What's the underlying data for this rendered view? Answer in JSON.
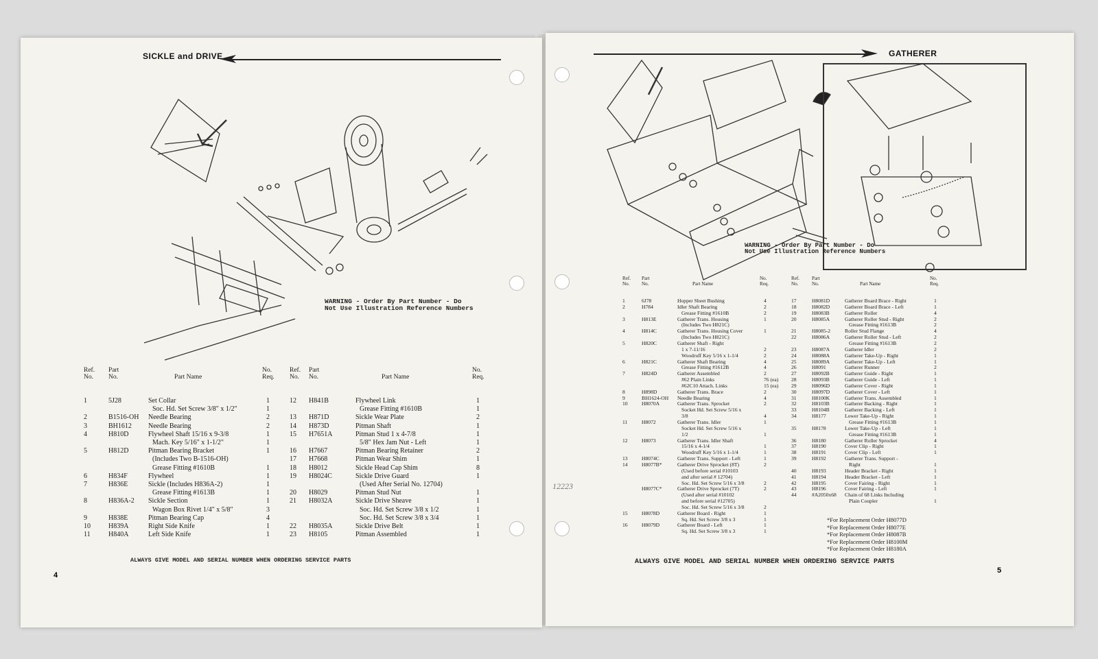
{
  "left_page": {
    "title": "SICKLE and DRIVE",
    "warning": [
      "WARNING - Order By Part Number - Do",
      "Not Use Illustration Reference Numbers"
    ],
    "headers": {
      "ref": [
        "Ref.",
        "No."
      ],
      "part": [
        "Part",
        "No."
      ],
      "name": "Part Name",
      "req": [
        "No.",
        "Req."
      ]
    },
    "col1": [
      {
        "ref": "1",
        "part": "5J28",
        "name": "Set Collar",
        "req": "1"
      },
      {
        "ref": "",
        "part": "",
        "name": "Soc. Hd. Set Screw 3/8\" x 1/2\"",
        "req": "1"
      },
      {
        "ref": "2",
        "part": "B1516-OH",
        "name": "Needle Bearing",
        "req": "2"
      },
      {
        "ref": "3",
        "part": "BH1612",
        "name": "Needle Bearing",
        "req": "2"
      },
      {
        "ref": "4",
        "part": "H810D",
        "name": "Flywheel Shaft 15/16 x 9-3/8",
        "req": "1"
      },
      {
        "ref": "",
        "part": "",
        "name": "Mach. Key 5/16\" x 1-1/2\"",
        "req": "1"
      },
      {
        "ref": "5",
        "part": "H812D",
        "name": "Pitman Bearing Bracket",
        "req": "1"
      },
      {
        "ref": "",
        "part": "",
        "name": "(Includes Two B-1516-OH)",
        "req": ""
      },
      {
        "ref": "",
        "part": "",
        "name": "Grease Fitting #1610B",
        "req": "1"
      },
      {
        "ref": "6",
        "part": "H834F",
        "name": "Flywheel",
        "req": "1"
      },
      {
        "ref": "7",
        "part": "H836E",
        "name": "Sickle (Includes H836A-2)",
        "req": "1"
      },
      {
        "ref": "",
        "part": "",
        "name": "Grease Fitting #1613B",
        "req": "1"
      },
      {
        "ref": "8",
        "part": "H836A-2",
        "name": "Sickle Section",
        "req": "1"
      },
      {
        "ref": "",
        "part": "",
        "name": "Wagon Box Rivet 1/4\" x 5/8\"",
        "req": "3"
      },
      {
        "ref": "9",
        "part": "H838E",
        "name": "Pitman Bearing Cap",
        "req": "4"
      },
      {
        "ref": "10",
        "part": "H839A",
        "name": "Right Side Knife",
        "req": "1"
      },
      {
        "ref": "11",
        "part": "H840A",
        "name": "Left Side Knife",
        "req": "1"
      }
    ],
    "col2": [
      {
        "ref": "12",
        "part": "H841B",
        "name": "Flywheel Link",
        "req": "1"
      },
      {
        "ref": "",
        "part": "",
        "name": "Grease Fitting #1610B",
        "req": "1"
      },
      {
        "ref": "13",
        "part": "H871D",
        "name": "Sickle Wear Plate",
        "req": "2"
      },
      {
        "ref": "14",
        "part": "H873D",
        "name": "Pitman Shaft",
        "req": "1"
      },
      {
        "ref": "15",
        "part": "H7651A",
        "name": "Pitman Stud 1 x 4-7/8",
        "req": "1"
      },
      {
        "ref": "",
        "part": "",
        "name": "5/8\" Hex Jam Nut - Left",
        "req": "1"
      },
      {
        "ref": "16",
        "part": "H7667",
        "name": "Pitman Bearing Retainer",
        "req": "2"
      },
      {
        "ref": "17",
        "part": "H7668",
        "name": "Pitman Wear Shim",
        "req": "1"
      },
      {
        "ref": "18",
        "part": "H8012",
        "name": "Sickle Head Cap Shim",
        "req": "8"
      },
      {
        "ref": "19",
        "part": "H8024C",
        "name": "Sickle Drive Guard",
        "req": "1"
      },
      {
        "ref": "",
        "part": "",
        "name": "(Used After Serial No. 12704)",
        "req": ""
      },
      {
        "ref": "20",
        "part": "H8029",
        "name": "Pitman Stud Nut",
        "req": "1"
      },
      {
        "ref": "21",
        "part": "H8032A",
        "name": "Sickle Drive Sheave",
        "req": "1"
      },
      {
        "ref": "",
        "part": "",
        "name": "Soc. Hd. Set Screw 3/8 x 1/2",
        "req": "1"
      },
      {
        "ref": "",
        "part": "",
        "name": "Soc. Hd. Set Screw 3/8 x 3/4",
        "req": "1"
      },
      {
        "ref": "22",
        "part": "H8035A",
        "name": "Sickle Drive Belt",
        "req": "1"
      },
      {
        "ref": "23",
        "part": "H8105",
        "name": "Pitman Assembled",
        "req": "1"
      }
    ],
    "footer": "ALWAYS GIVE MODEL AND SERIAL NUMBER WHEN ORDERING SERVICE PARTS",
    "page_number": "4"
  },
  "right_page": {
    "title": "GATHERER",
    "warning": [
      "WARNING - Order By Part Number - Do",
      "Not Use Illustration Reference Numbers"
    ],
    "headers": {
      "ref": [
        "Ref.",
        "No."
      ],
      "part": [
        "Part",
        "No."
      ],
      "name": "Part Name",
      "req": [
        "No.",
        "Req."
      ]
    },
    "col1": [
      {
        "ref": "1",
        "part": "6J78",
        "name": "Hopper Sheet Bushing",
        "req": "4"
      },
      {
        "ref": "2",
        "part": "H784",
        "name": "Idler Shaft Bearing",
        "req": "2"
      },
      {
        "ref": "",
        "part": "",
        "name": "Grease Fitting #1610B",
        "req": "2"
      },
      {
        "ref": "3",
        "part": "H813E",
        "name": "Gatherer Trans. Housing",
        "req": "1"
      },
      {
        "ref": "",
        "part": "",
        "name": "(Includes Two H821C)",
        "req": ""
      },
      {
        "ref": "4",
        "part": "H814C",
        "name": "Gatherer Trans. Housing Cover",
        "req": "1"
      },
      {
        "ref": "",
        "part": "",
        "name": "(Includes Two H821C)",
        "req": ""
      },
      {
        "ref": "5",
        "part": "H820C",
        "name": "Gatherer Shaft - Right",
        "req": ""
      },
      {
        "ref": "",
        "part": "",
        "name": "1 x 7-11/16",
        "req": "2"
      },
      {
        "ref": "",
        "part": "",
        "name": "Woodruff Key 5/16 x 1-1/4",
        "req": "2"
      },
      {
        "ref": "6",
        "part": "H821C",
        "name": "Gatherer Shaft Bearing",
        "req": "4"
      },
      {
        "ref": "",
        "part": "",
        "name": "Grease Fitting #1612B",
        "req": "4"
      },
      {
        "ref": "7",
        "part": "H824D",
        "name": "Gatherer Assembled",
        "req": "2"
      },
      {
        "ref": "",
        "part": "",
        "name": "#62 Plain Links",
        "req": "76 (ea)"
      },
      {
        "ref": "",
        "part": "",
        "name": "#62C10 Attach. Links",
        "req": "15 (ea)"
      },
      {
        "ref": "8",
        "part": "H898D",
        "name": "Gatherer Trans. Brace",
        "req": "2"
      },
      {
        "ref": "9",
        "part": "BH1624-OH",
        "name": "Needle Bearing",
        "req": "4"
      },
      {
        "ref": "10",
        "part": "H8070A",
        "name": "Gatherer Trans. Sprocket",
        "req": "2"
      },
      {
        "ref": "",
        "part": "",
        "name": "Socket Hd. Set Screw 5/16 x",
        "req": ""
      },
      {
        "ref": "",
        "part": "",
        "name": "3/8",
        "req": "4"
      },
      {
        "ref": "11",
        "part": "H8072",
        "name": "Gatherer Trans. Idler",
        "req": "1"
      },
      {
        "ref": "",
        "part": "",
        "name": "Socket Hd. Set Screw 5/16 x",
        "req": ""
      },
      {
        "ref": "",
        "part": "",
        "name": "1/2",
        "req": "1"
      },
      {
        "ref": "12",
        "part": "H8073",
        "name": "Gatherer Trans. Idler Shaft",
        "req": ""
      },
      {
        "ref": "",
        "part": "",
        "name": "15/16 x 4-1/4",
        "req": "1"
      },
      {
        "ref": "",
        "part": "",
        "name": "Woodruff Key 5/16 x 1-1/4",
        "req": "1"
      },
      {
        "ref": "13",
        "part": "H8074C",
        "name": "Gatherer Trans. Support - Left",
        "req": "1"
      },
      {
        "ref": "14",
        "part": "H8077B*",
        "name": "Gatherer Drive Sprocket (8T)",
        "req": "2"
      },
      {
        "ref": "",
        "part": "",
        "name": "(Used before serial #10103",
        "req": ""
      },
      {
        "ref": "",
        "part": "",
        "name": "and after serial # 12704)",
        "req": ""
      },
      {
        "ref": "",
        "part": "",
        "name": "Soc. Hd. Set Screw 5/16 x 3/8",
        "req": "2"
      },
      {
        "ref": "",
        "part": "H8077C*",
        "name": "Gatherer Drive Sprocket (7T)",
        "req": "2"
      },
      {
        "ref": "",
        "part": "",
        "name": "(Used after serial #10102",
        "req": ""
      },
      {
        "ref": "",
        "part": "",
        "name": "and before serial #12705)",
        "req": ""
      },
      {
        "ref": "",
        "part": "",
        "name": "Soc. Hd. Set Screw 5/16 x 3/8",
        "req": "2"
      },
      {
        "ref": "15",
        "part": "H8078D",
        "name": "Gatherer Board - Right",
        "req": "1"
      },
      {
        "ref": "",
        "part": "",
        "name": "Sq. Hd. Set Screw 3/8 x 3",
        "req": "1"
      },
      {
        "ref": "16",
        "part": "H8079D",
        "name": "Gatherer Board - Left",
        "req": "1"
      },
      {
        "ref": "",
        "part": "",
        "name": "Sq. Hd. Set Screw 3/8 x 3",
        "req": "1"
      }
    ],
    "col2": [
      {
        "ref": "17",
        "part": "H8081D",
        "name": "Gatherer Board Brace - Right",
        "req": "1"
      },
      {
        "ref": "18",
        "part": "H8082D",
        "name": "Gatherer Board Brace - Left",
        "req": "1"
      },
      {
        "ref": "19",
        "part": "H8083B",
        "name": "Gatherer Roller",
        "req": "4"
      },
      {
        "ref": "20",
        "part": "H8085A",
        "name": "Gatherer Roller Stud - Right",
        "req": "2"
      },
      {
        "ref": "",
        "part": "",
        "name": "Grease Fitting #1613B",
        "req": "2"
      },
      {
        "ref": "21",
        "part": "H8085-2",
        "name": "Roller Stud Flange",
        "req": "4"
      },
      {
        "ref": "22",
        "part": "H8086A",
        "name": "Gatherer Roller Stud - Left",
        "req": "2"
      },
      {
        "ref": "",
        "part": "",
        "name": "Grease Fitting #1613B",
        "req": "2"
      },
      {
        "ref": "23",
        "part": "H8087A",
        "name": "Gatherer Idler",
        "req": "2"
      },
      {
        "ref": "24",
        "part": "H8088A",
        "name": "Gatherer Take-Up - Right",
        "req": "1"
      },
      {
        "ref": "25",
        "part": "H8089A",
        "name": "Gatherer Take-Up - Left",
        "req": "1"
      },
      {
        "ref": "26",
        "part": "H8091",
        "name": "Gatherer Runner",
        "req": "2"
      },
      {
        "ref": "27",
        "part": "H8092B",
        "name": "Gatherer Guide - Right",
        "req": "1"
      },
      {
        "ref": "28",
        "part": "H8093B",
        "name": "Gatherer Guide - Left",
        "req": "1"
      },
      {
        "ref": "29",
        "part": "H8096D",
        "name": "Gatherer Cover - Right",
        "req": "1"
      },
      {
        "ref": "30",
        "part": "H8097D",
        "name": "Gatherer Cover - Left",
        "req": "1"
      },
      {
        "ref": "31",
        "part": "H8100K",
        "name": "Gatherer Trans. Assembled",
        "req": "1"
      },
      {
        "ref": "32",
        "part": "H8103B",
        "name": "Gatherer Backing - Right",
        "req": "1"
      },
      {
        "ref": "33",
        "part": "H8104B",
        "name": "Gatherer Backing - Left",
        "req": "1"
      },
      {
        "ref": "34",
        "part": "H8177",
        "name": "Lower Take-Up - Right",
        "req": "1"
      },
      {
        "ref": "",
        "part": "",
        "name": "Grease Fitting #1613B",
        "req": "1"
      },
      {
        "ref": "35",
        "part": "H8178",
        "name": "Lower Take-Up - Left",
        "req": "1"
      },
      {
        "ref": "",
        "part": "",
        "name": "Grease Fitting #1613B",
        "req": "1"
      },
      {
        "ref": "36",
        "part": "H8180",
        "name": "Gatherer Roller Sprocket",
        "req": "4"
      },
      {
        "ref": "37",
        "part": "H8190",
        "name": "Cover Clip - Right",
        "req": "1"
      },
      {
        "ref": "38",
        "part": "H8191",
        "name": "Cover Clip - Left",
        "req": "1"
      },
      {
        "ref": "39",
        "part": "H8192",
        "name": "Gatherer Trans. Support -",
        "req": ""
      },
      {
        "ref": "",
        "part": "",
        "name": "Right",
        "req": "1"
      },
      {
        "ref": "40",
        "part": "H8193",
        "name": "Header Bracket - Right",
        "req": "1"
      },
      {
        "ref": "41",
        "part": "H8194",
        "name": "Header Bracket - Left",
        "req": "1"
      },
      {
        "ref": "42",
        "part": "H8195",
        "name": "Cover Fairing - Right",
        "req": "1"
      },
      {
        "ref": "43",
        "part": "H8196",
        "name": "Cover Fairing - Left",
        "req": "1"
      },
      {
        "ref": "44",
        "part": "#A2050x68",
        "name": "Chain of 68 Links Including",
        "req": ""
      },
      {
        "ref": "",
        "part": "",
        "name": "Plain Coupler",
        "req": "1"
      }
    ],
    "notes": [
      "*For Replacement Order H8077D",
      "*For Replacement Order H8077E",
      "*For Replacement Order H8087B",
      "*For Replacement Order H8100M",
      "*For Replacement Order H8180A"
    ],
    "footer": "ALWAYS GIVE MODEL AND SERIAL NUMBER WHEN ORDERING SERVICE PARTS",
    "page_number": "5"
  },
  "pencil_note": "12223",
  "colors": {
    "paper": "#f4f3ee",
    "ink": "#1a1a1a",
    "background": "#dcdcdc"
  }
}
